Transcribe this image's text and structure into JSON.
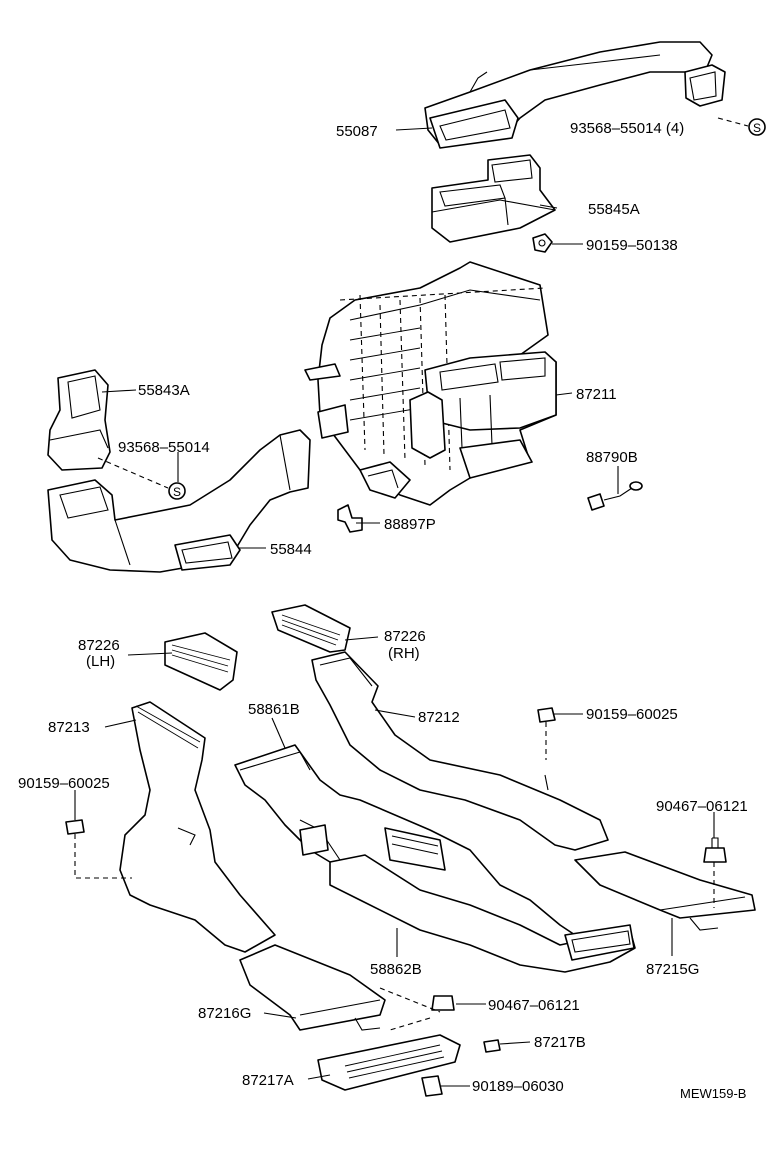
{
  "diagram": {
    "callouts": [
      {
        "id": "c55087",
        "label": "55087"
      },
      {
        "id": "c93568a",
        "label": "93568–55014 (4)"
      },
      {
        "id": "c55845",
        "label": "55845A"
      },
      {
        "id": "c90159a",
        "label": "90159–50138"
      },
      {
        "id": "c55843",
        "label": "55843A"
      },
      {
        "id": "c87211",
        "label": "87211"
      },
      {
        "id": "c93568b",
        "label": "93568–55014"
      },
      {
        "id": "c88790",
        "label": "88790B"
      },
      {
        "id": "c88897",
        "label": "88897P"
      },
      {
        "id": "c55844",
        "label": "55844"
      },
      {
        "id": "c87226lh",
        "label": "87226"
      },
      {
        "id": "c87226lh2",
        "label": "(LH)"
      },
      {
        "id": "c87226rh",
        "label": "87226"
      },
      {
        "id": "c87226rh2",
        "label": "(RH)"
      },
      {
        "id": "c87213",
        "label": "87213"
      },
      {
        "id": "c58861",
        "label": "58861B"
      },
      {
        "id": "c87212",
        "label": "87212"
      },
      {
        "id": "c90159b",
        "label": "90159–60025"
      },
      {
        "id": "c90159c",
        "label": "90159–60025"
      },
      {
        "id": "c90467a",
        "label": "90467–06121"
      },
      {
        "id": "c58862",
        "label": "58862B"
      },
      {
        "id": "c87215",
        "label": "87215G"
      },
      {
        "id": "c87216",
        "label": "87216G"
      },
      {
        "id": "c90467b",
        "label": "90467–06121"
      },
      {
        "id": "c87217b",
        "label": "87217B"
      },
      {
        "id": "c87217a",
        "label": "87217A"
      },
      {
        "id": "c90189",
        "label": "90189–06030"
      }
    ],
    "sealant_mark_a": "S",
    "sealant_mark_b": "S",
    "figure_code": "MEW159-B"
  }
}
